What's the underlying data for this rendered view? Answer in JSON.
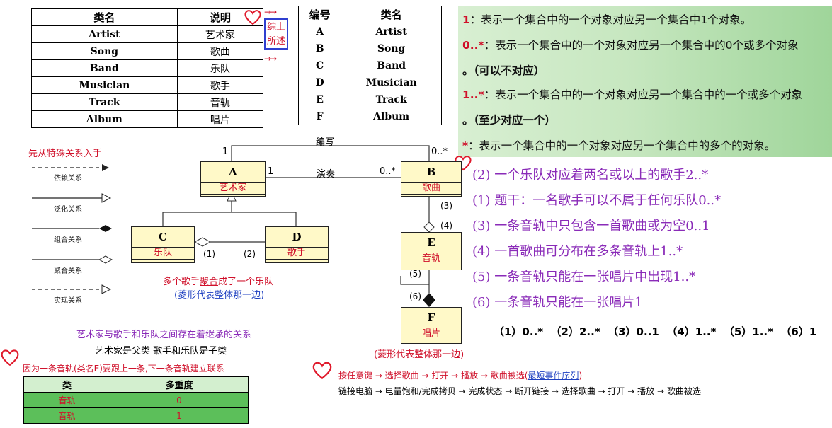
{
  "table1": {
    "headers": [
      "类名",
      "说明"
    ],
    "rows": [
      [
        "Artist",
        "艺术家"
      ],
      [
        "Song",
        "歌曲"
      ],
      [
        "Band",
        "乐队"
      ],
      [
        "Musician",
        "歌手"
      ],
      [
        "Track",
        "音轨"
      ],
      [
        "Album",
        "唱片"
      ]
    ]
  },
  "summary_label": "综上所述",
  "table2": {
    "headers": [
      "编号",
      "类名"
    ],
    "rows": [
      [
        "A",
        "Artist"
      ],
      [
        "B",
        "Song"
      ],
      [
        "C",
        "Band"
      ],
      [
        "D",
        "Musician"
      ],
      [
        "E",
        "Track"
      ],
      [
        "F",
        "Album"
      ]
    ]
  },
  "multiplicity": {
    "l1_key": "1",
    "l1_text": "：表示一个集合中的一个对象对应另一个集合中1个对象。",
    "l2_key": "0..*",
    "l2_text": "：表示一个集合中的一个对象对应另一个集合中的0个或多个对象",
    "l3_text": "。（可以不对应）",
    "l4_key": "1..*",
    "l4_text": "：表示一个集合中的一个对象对应另一个集合中的一个或多个对象",
    "l5_text": "。（至少对应一个）",
    "l6_key": "*",
    "l6_text": "：表示一个集合中的一个对象对应另一个集合中的多个的对象。"
  },
  "notes_right": [
    "(2) 一个乐队对应着两名或以上的歌手2..*",
    "(1) 题干：一名歌手可以不属于任何乐队0..*",
    "(3) 一条音轨中只包含一首歌曲或为空0..1",
    "(4) 一首歌曲可分布在多条音轨上1..*",
    "(5) 一条音轨只能在一张唱片中出现1..*",
    "(6) 一条音轨只能在一张唱片1"
  ],
  "answer_line": "（1）0..*  （2）2..*  （3）0..1  （4）1..*  （5）1..*  （6）1",
  "legend": {
    "title": "先从特殊关系入手",
    "items": [
      "依赖关系",
      "泛化关系",
      "组合关系",
      "聚合关系",
      "实现关系"
    ]
  },
  "uml": {
    "compose_label": "编写",
    "perform_label": "演奏",
    "m_a_top": "1",
    "m_b_top": "0..*",
    "m_a_perf": "1",
    "m_b_perf": "0..*",
    "A": {
      "letter": "A",
      "cn": "艺术家"
    },
    "B": {
      "letter": "B",
      "cn": "歌曲"
    },
    "C": {
      "letter": "C",
      "cn": "乐队"
    },
    "D": {
      "letter": "D",
      "cn": "歌手"
    },
    "E": {
      "letter": "E",
      "cn": "音轨"
    },
    "F": {
      "letter": "F",
      "cn": "唱片"
    },
    "p1": "(1)",
    "p2": "(2)",
    "p3": "(3)",
    "p4": "(4)",
    "p5": "(5)",
    "p6": "(6)"
  },
  "note_aggregate_pre": "多个歌手",
  "note_aggregate_mid": "聚合",
  "note_aggregate_post": "成了一个乐队",
  "note_diamond": "(菱形代表整体那一边)",
  "note_diamond2": "(菱形代表整体那一边)",
  "inherit_line": "艺术家与歌手和乐队之间存在着继承的关系",
  "inherit_line2": "艺术家是父类 歌手和乐队是子类",
  "track_note": "因为一条音轨(类名E)要跟上一条,下一条音轨建立联系",
  "table3": {
    "headers": [
      "类",
      "多重度"
    ],
    "rows": [
      [
        "音轨",
        "0"
      ],
      [
        "音轨",
        "1"
      ]
    ]
  },
  "sequence1_pre": "按任意键 → 选择歌曲 → 打开 → 播放 → 歌曲被选(",
  "sequence1_link": "最短事件序列",
  "sequence1_post": ")",
  "sequence2": "链接电脑 → 电量饱和/完成拷贝 → 完成状态 → 断开链接 → 选择歌曲 → 打开 → 播放 → 歌曲被选"
}
